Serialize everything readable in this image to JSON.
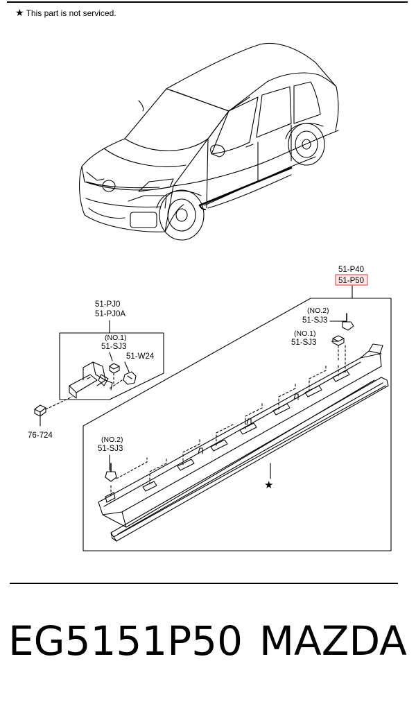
{
  "header": {
    "note_star": "★",
    "note_text": "This part is not serviced."
  },
  "callouts": {
    "p40": "51-P40",
    "p50": "51-P50",
    "pj0": "51-PJ0",
    "pj0a": "51-PJ0A",
    "no1_a": "(NO.1)",
    "sj3_a": "51-SJ3",
    "w24": "51-W24",
    "bolt": "76-724",
    "no2_top": "(NO.2)",
    "sj3_top": "51-SJ3",
    "no1_mid": "(NO.1)",
    "sj3_mid": "51-SJ3",
    "no2_left": "(NO.2)",
    "sj3_left": "51-SJ3",
    "star_mark": "★"
  },
  "colors": {
    "highlight_border": "#e05a5a",
    "highlight_fill": "#fde8e8",
    "line": "#000000"
  },
  "footer": {
    "part_number": "EG5151P50",
    "brand": "MAZDA"
  }
}
